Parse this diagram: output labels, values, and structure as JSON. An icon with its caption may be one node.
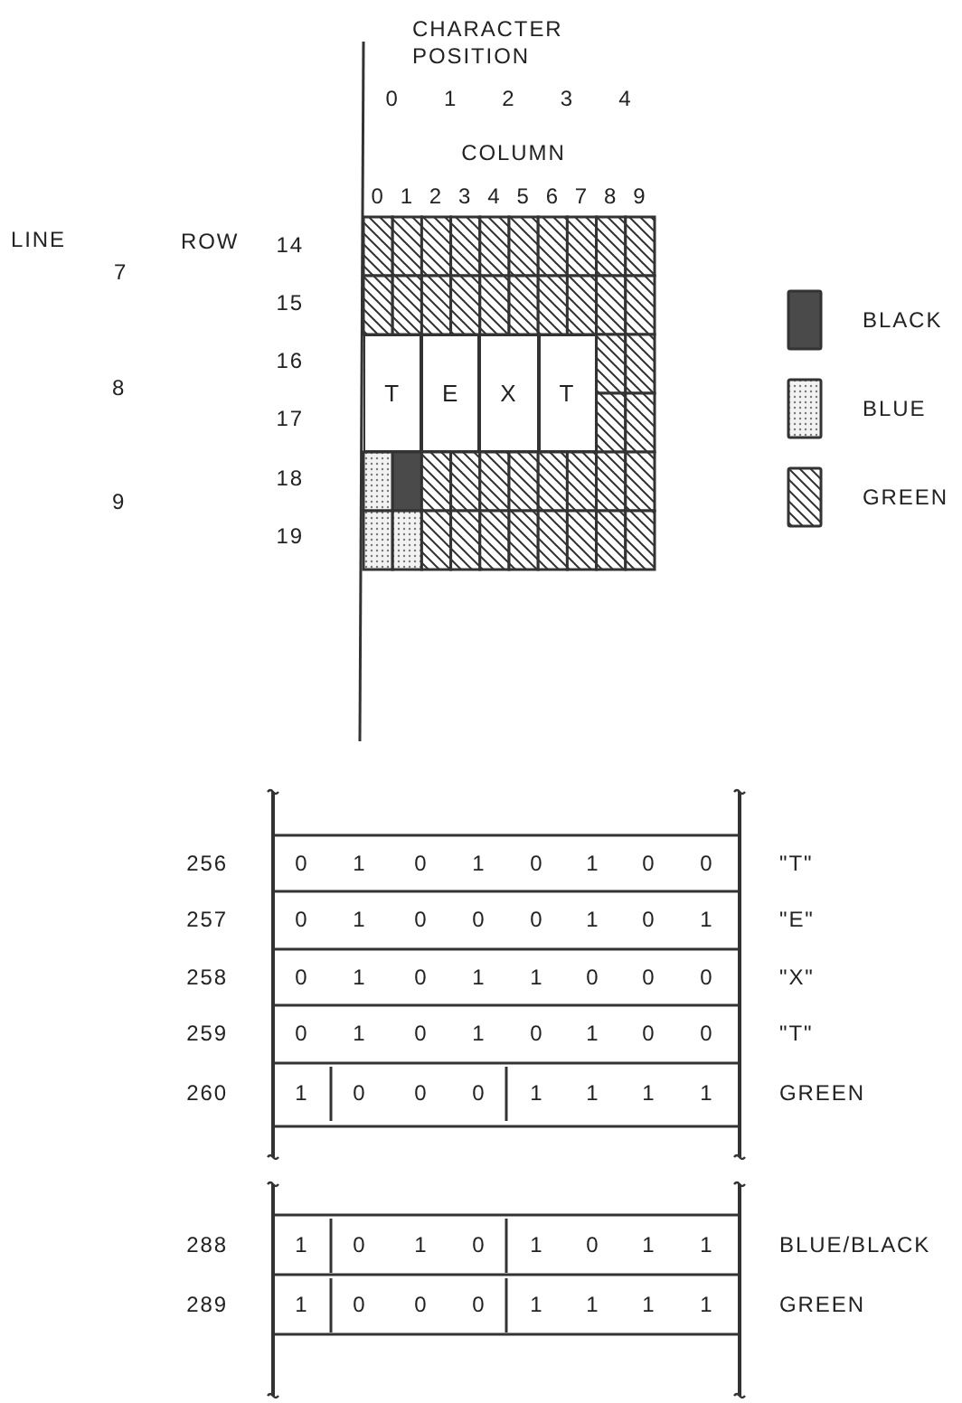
{
  "diagram": {
    "nodes": [
      {
        "text": [
          "T"
        ]
      },
      {
        "text": [
          "E"
        ]
      },
      {
        "text": [
          "X"
        ]
      },
      {
        "text": [
          "T"
        ]
      }
    ],
    "labels": [
      "CHARACTER POSITION",
      "0",
      "1",
      "2",
      "3",
      "4",
      "COLUMN",
      "0",
      "1",
      "2",
      "3",
      "4",
      "5",
      "6",
      "7",
      "8",
      "9",
      "LINE",
      "ROW",
      "14",
      "7",
      "15",
      "16",
      "8",
      "17",
      "18",
      "9",
      "19",
      "256",
      "0",
      "1",
      "0",
      "1",
      "0",
      "1",
      "0",
      "0",
      "\"T\"",
      "257",
      "0",
      "1",
      "0",
      "0",
      "0",
      "1",
      "0",
      "1",
      "\"E\"",
      "258",
      "0",
      "1",
      "0",
      "1",
      "1",
      "0",
      "0",
      "0",
      "\"X\"",
      "259",
      "0",
      "1",
      "0",
      "1",
      "0",
      "1",
      "0",
      "0",
      "\"T\"",
      "260",
      "1",
      "0",
      "0",
      "0",
      "1",
      "1",
      "1",
      "1",
      "GREEN",
      "288",
      "1",
      "0",
      "1",
      "0",
      "1",
      "0",
      "1",
      "1",
      "BLUE/BLACK",
      "289",
      "1",
      "0",
      "0",
      "0",
      "1",
      "1",
      "1",
      "1",
      "GREEN"
    ],
    "legend": [
      {
        "text": "BLACK",
        "color": "#4a4a4a"
      },
      {
        "text": "BLUE"
      },
      {
        "text": "GREEN"
      }
    ]
  }
}
